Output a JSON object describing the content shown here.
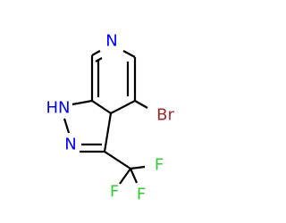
{
  "molecule": {
    "atoms": {
      "n_pyridine": {
        "text": "N",
        "color": "#0000ff"
      },
      "nh": {
        "text": "HN",
        "color": "#0000ff"
      },
      "n_pyrazole": {
        "text": "N",
        "color": "#0000ff"
      },
      "br": {
        "text": "Br",
        "color": "#a52a2a"
      },
      "f_left": {
        "text": "F",
        "color": "#33cc33"
      },
      "f_right": {
        "text": "F",
        "color": "#33cc33"
      },
      "f_bottom": {
        "text": "F",
        "color": "#33cc33"
      }
    },
    "bond_color": "#000000"
  }
}
